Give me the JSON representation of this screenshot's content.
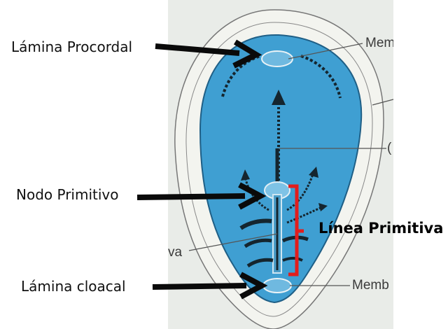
{
  "colors": {
    "embryo_fill": "#3f9fd2",
    "embryo_edge": "#1f5f86",
    "photo_bg": "#e9ece8",
    "membrane_fill": "#f3f4ef",
    "stroke_dark": "#15252e",
    "arrow_black": "#0a0a0a",
    "bracket_red": "#e11d1d"
  },
  "labels": {
    "lamina_procordal": "Lámina Procordal",
    "nodo_primitivo": "Nodo Primitivo",
    "lamina_cloacal": "Lámina cloacal",
    "linea_primitiva": "Línea Primitiva"
  },
  "photo_labels": {
    "top_right": "Mem",
    "mid_right": "(",
    "bottom_left": "va",
    "bottom_right": "Memb"
  }
}
